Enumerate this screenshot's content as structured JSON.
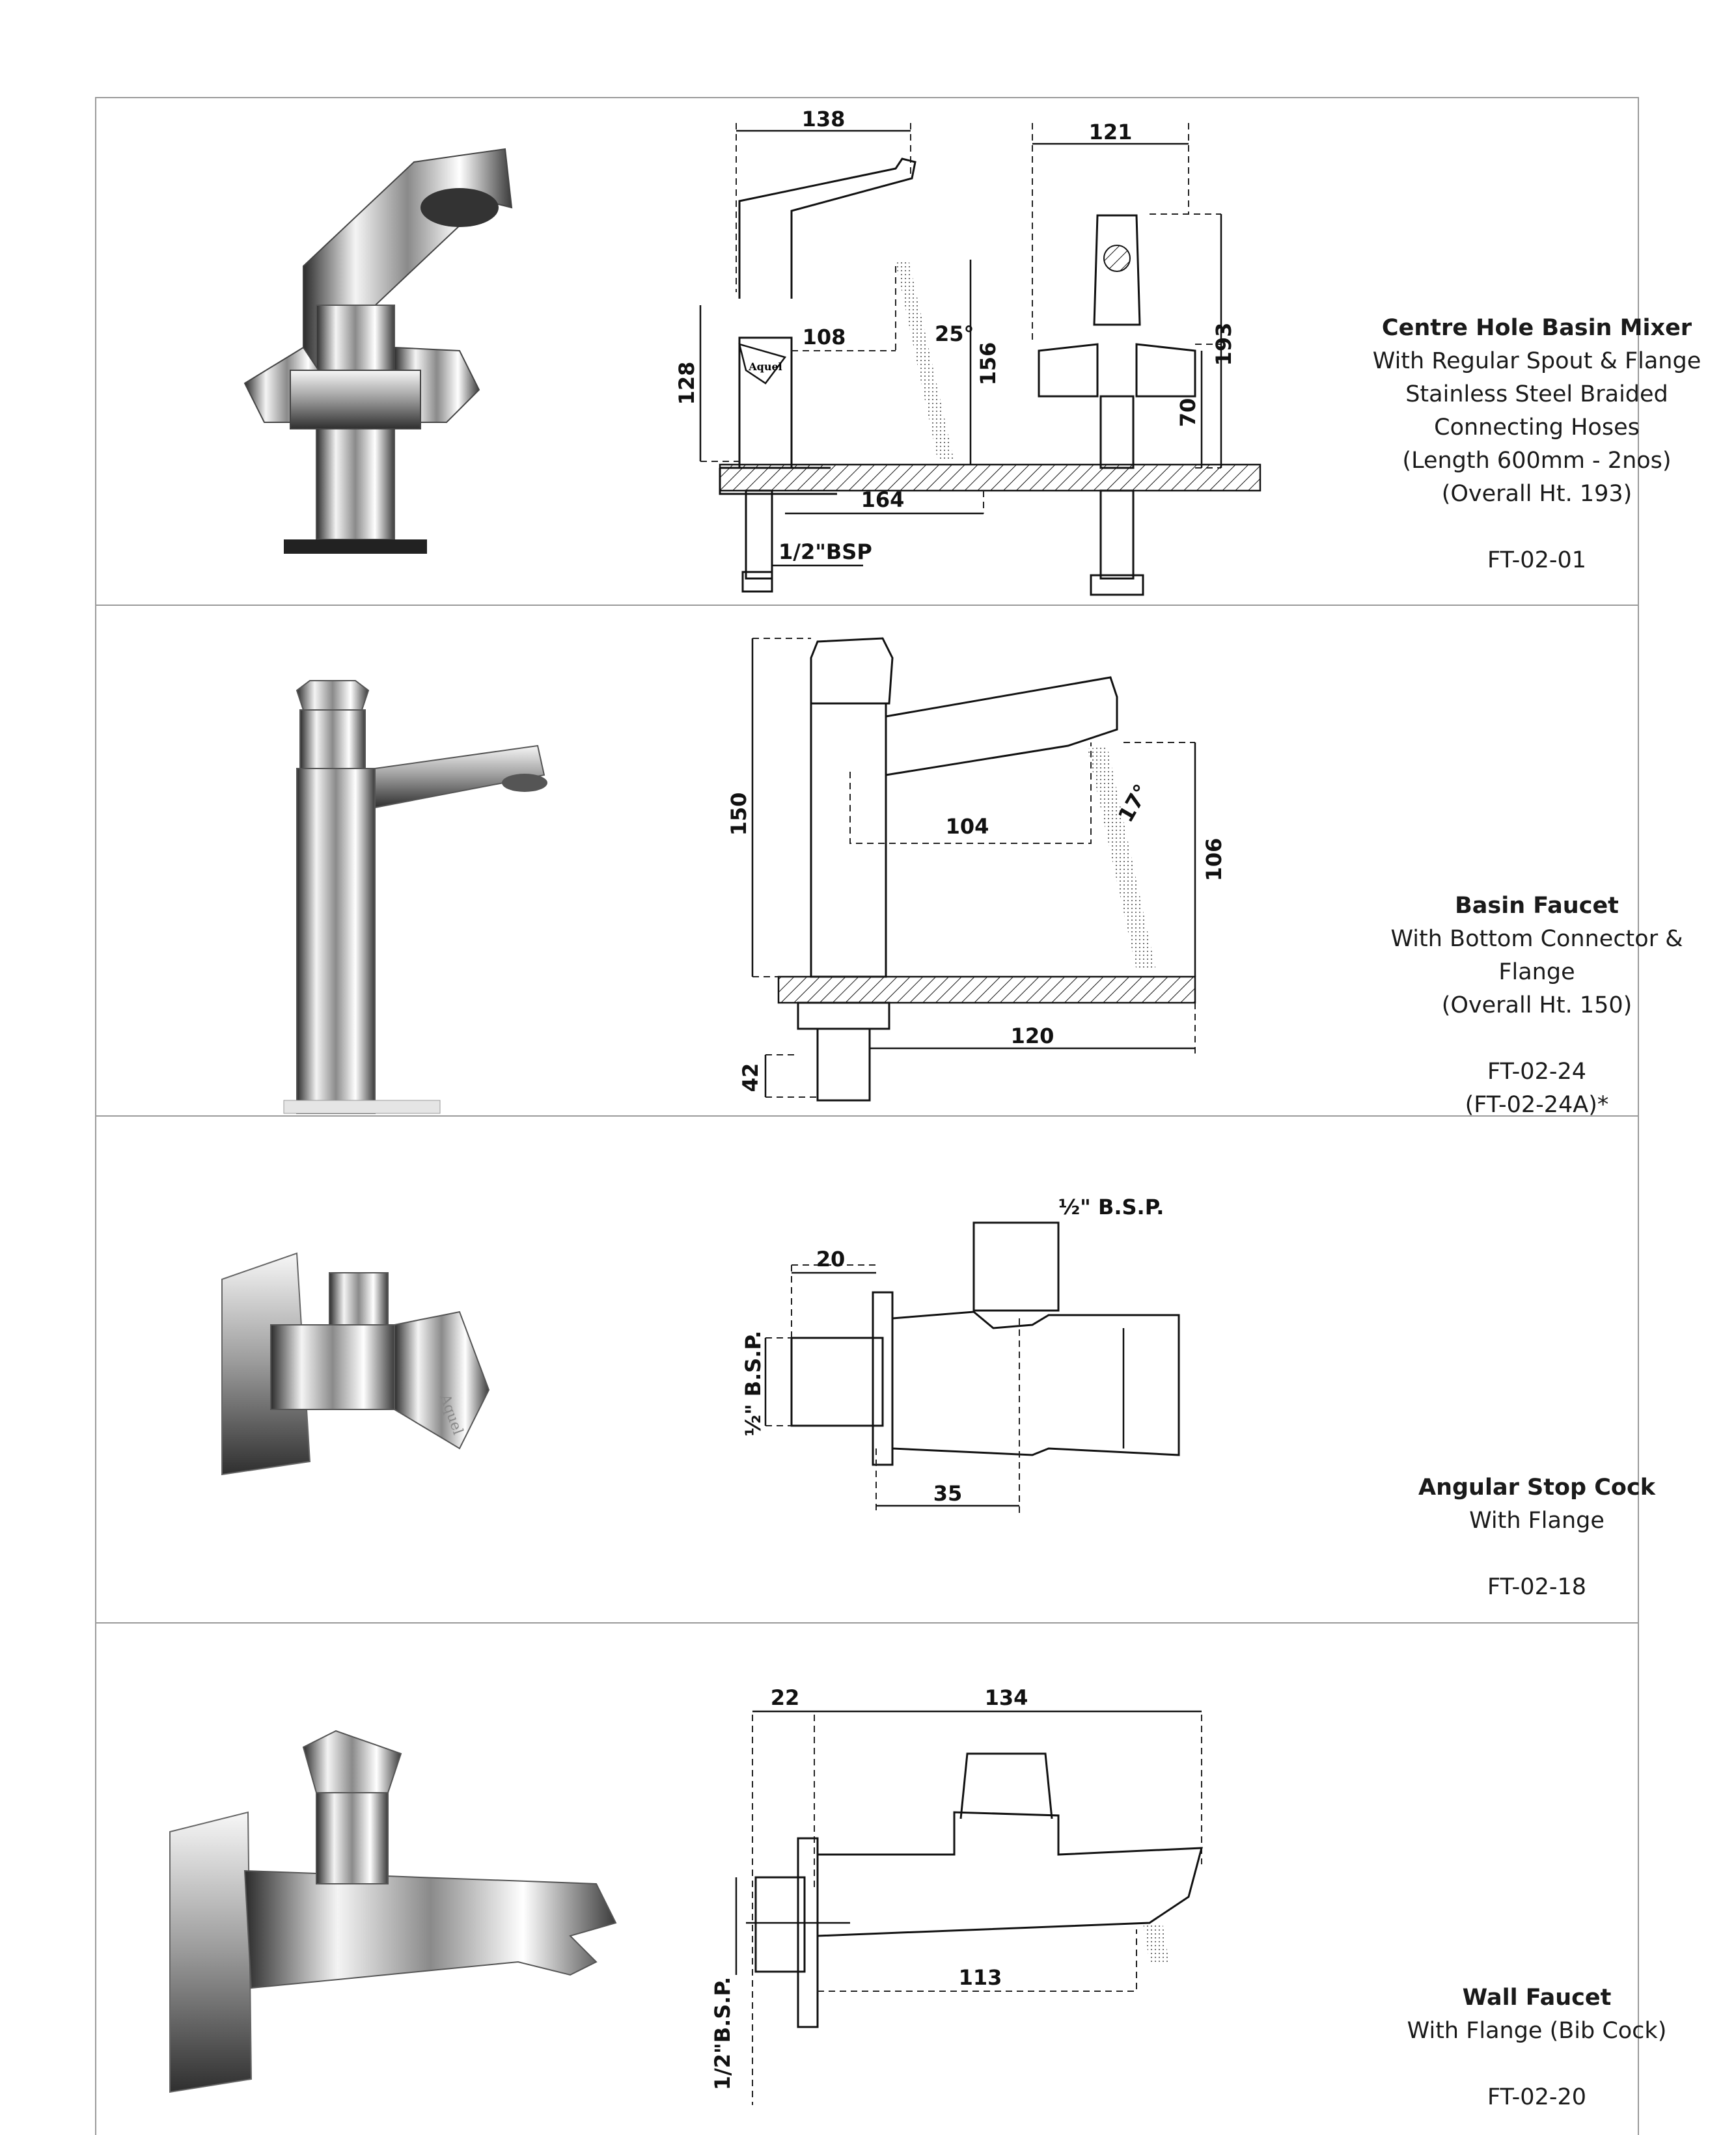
{
  "products": [
    {
      "title": "Centre Hole Basin Mixer",
      "lines": [
        "With Regular Spout & Flange",
        "Stainless Steel Braided",
        "Connecting Hoses",
        "(Length 600mm - 2nos)",
        "(Overall Ht. 193)"
      ],
      "codes": [
        "FT-02-01"
      ],
      "dims": {
        "d138": "138",
        "d121": "121",
        "d108": "108",
        "d25": "25°",
        "d156": "156",
        "d193": "193",
        "d128": "128",
        "d70": "70",
        "d164": "164",
        "bsp": "1/2\"BSP",
        "logo": "Aquel"
      }
    },
    {
      "title": "Basin Faucet",
      "lines": [
        "With Bottom Connector & Flange",
        "(Overall Ht. 150)"
      ],
      "codes": [
        "FT-02-24",
        "(FT-02-24A)*"
      ],
      "dims": {
        "d150": "150",
        "d104": "104",
        "d17": "17°",
        "d106": "106",
        "d42": "42",
        "d120": "120"
      }
    },
    {
      "title": "Angular Stop Cock",
      "lines": [
        "With Flange"
      ],
      "codes": [
        "FT-02-18"
      ],
      "dims": {
        "bsp_top": "½\" B.S.P.",
        "d20": "20",
        "bsp_side": "½\" B.S.P.",
        "d35": "35",
        "logo": "Aquel"
      }
    },
    {
      "title": "Wall Faucet",
      "lines": [
        "With Flange (Bib Cock)"
      ],
      "codes": [
        "FT-02-20"
      ],
      "dims": {
        "d22": "22",
        "d134": "134",
        "d113": "113",
        "bsp_side": "1/2\"B.S.P."
      }
    }
  ],
  "colors": {
    "border": "#9a9a9a",
    "chrome_dark": "#3a3a3a",
    "chrome_light": "#f2f2f2"
  }
}
